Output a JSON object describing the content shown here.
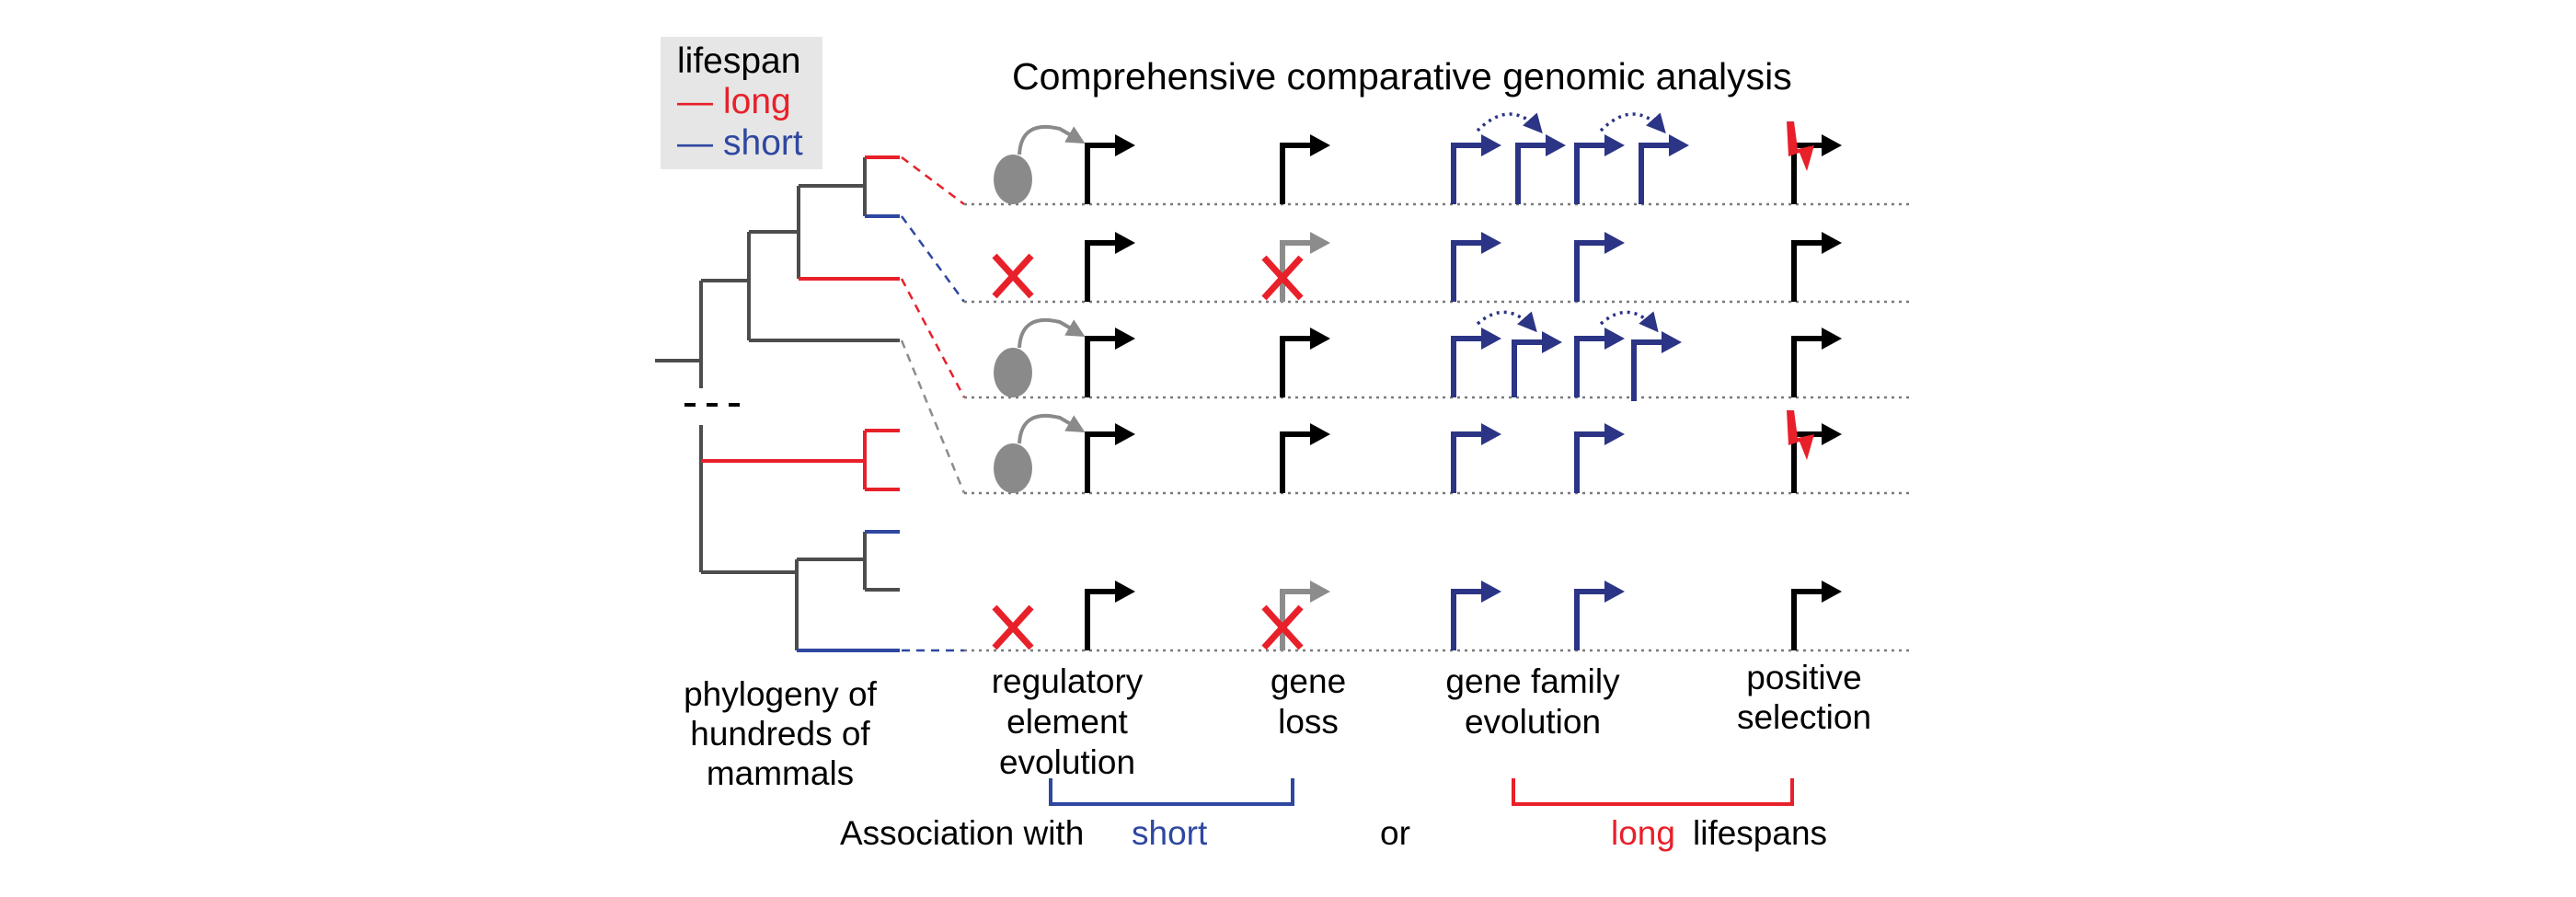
{
  "legend": {
    "title": "lifespan",
    "long_label": "long",
    "short_label": "short",
    "long_symbol": "—",
    "short_symbol": "—"
  },
  "title": "Comprehensive comparative genomic analysis",
  "phylogeny_label": [
    "phylogeny of",
    "hundreds of",
    "mammals"
  ],
  "categories": [
    {
      "id": "regulatory",
      "lines": [
        "regulatory",
        "element",
        "evolution"
      ]
    },
    {
      "id": "gene-loss",
      "lines": [
        "gene",
        "loss"
      ]
    },
    {
      "id": "gene-family",
      "lines": [
        "gene family",
        "evolution"
      ]
    },
    {
      "id": "positive-selection",
      "lines": [
        "positive",
        "selection"
      ]
    }
  ],
  "bottom": {
    "association_with": "Association with",
    "short": "short",
    "or": "or",
    "long": "long",
    "lifespans": "lifespans"
  },
  "colors": {
    "long": "#e8202a",
    "short": "#2e47a0",
    "tree": "#4d4d4d",
    "gene_arrow": "#000000",
    "gene_family": "#2b3485",
    "lost_gene": "#8c8c8c",
    "regulatory_element": "#8a8a8a",
    "baseline": "#7a7a7a"
  }
}
